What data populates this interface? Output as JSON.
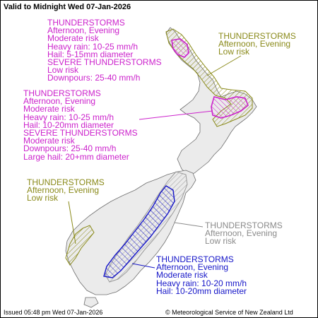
{
  "header": {
    "title": "Valid to Midnight Wed 07-Jan-2026"
  },
  "colors": {
    "magenta": "#cc22cc",
    "olive": "#8a8a1a",
    "gray": "#8a8a8a",
    "blue": "#1515c8",
    "land_fill": "#ebebeb",
    "land_edge": "#6e6e6e"
  },
  "warnings": {
    "north_moderate": {
      "color": "magenta",
      "lines": [
        "THUNDERSTORMS",
        "Afternoon, Evening",
        "Moderate risk",
        "Heavy rain: 10-25 mm/h",
        "Hail: 5-15mm diameter",
        "SEVERE THUNDERSTORMS",
        "Low risk",
        "Downpours: 25-40 mm/h"
      ]
    },
    "north_low": {
      "color": "olive",
      "lines": [
        "THUNDERSTORMS",
        "Afternoon, Evening",
        "Low risk"
      ]
    },
    "central_moderate": {
      "color": "magenta",
      "lines": [
        "THUNDERSTORMS",
        "Afternoon, Evening",
        "Moderate risk",
        "Heavy rain: 10-25 mm/h",
        "Hail: 10-20mm diameter",
        "SEVERE THUNDERSTORMS",
        "Moderate risk",
        "Downpours: 25-40 mm/h",
        "Large hail: 20+mm diameter"
      ]
    },
    "west_low": {
      "color": "olive",
      "lines": [
        "THUNDERSTORMS",
        "Afternoon, Evening",
        "Low risk"
      ]
    },
    "east_low": {
      "color": "gray",
      "lines": [
        "THUNDERSTORMS",
        "Afternoon, Evening",
        "Low risk"
      ]
    },
    "south_moderate": {
      "color": "blue",
      "lines": [
        "THUNDERSTORMS",
        "Afternoon, Evening",
        "Moderate risk",
        "Heavy rain: 10-20 mm/h",
        "Hail: 10-20mm diameter"
      ]
    }
  },
  "footer": {
    "issued": "Issued 05:48 pm Wed 07-Jan-2026",
    "copyright": "© Meteorological Service of New Zealand Ltd"
  }
}
